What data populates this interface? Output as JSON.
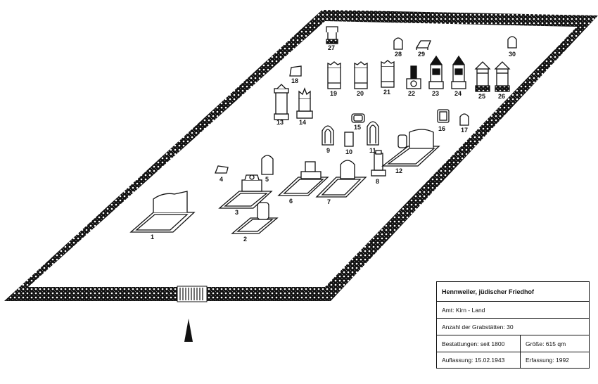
{
  "title": "Hennweiler, jüdischer Friedhof",
  "amt": "Amt: Kirn - Land",
  "anzahl": "Anzahl der Grabstätten: 30",
  "bestattungen": "Bestattungen: seit 1800",
  "groesse": "Größe: 615 qm",
  "auflassung": "Auflassung: 15.02.1943",
  "erfassung": "Erfassung: 1992",
  "graves": [
    "1",
    "2",
    "3",
    "4",
    "5",
    "6",
    "7",
    "8",
    "9",
    "10",
    "11",
    "12",
    "13",
    "14",
    "15",
    "16",
    "17",
    "18",
    "19",
    "20",
    "21",
    "22",
    "23",
    "24",
    "25",
    "26",
    "27",
    "28",
    "29",
    "30"
  ],
  "north_marker": "north-arrow-icon"
}
